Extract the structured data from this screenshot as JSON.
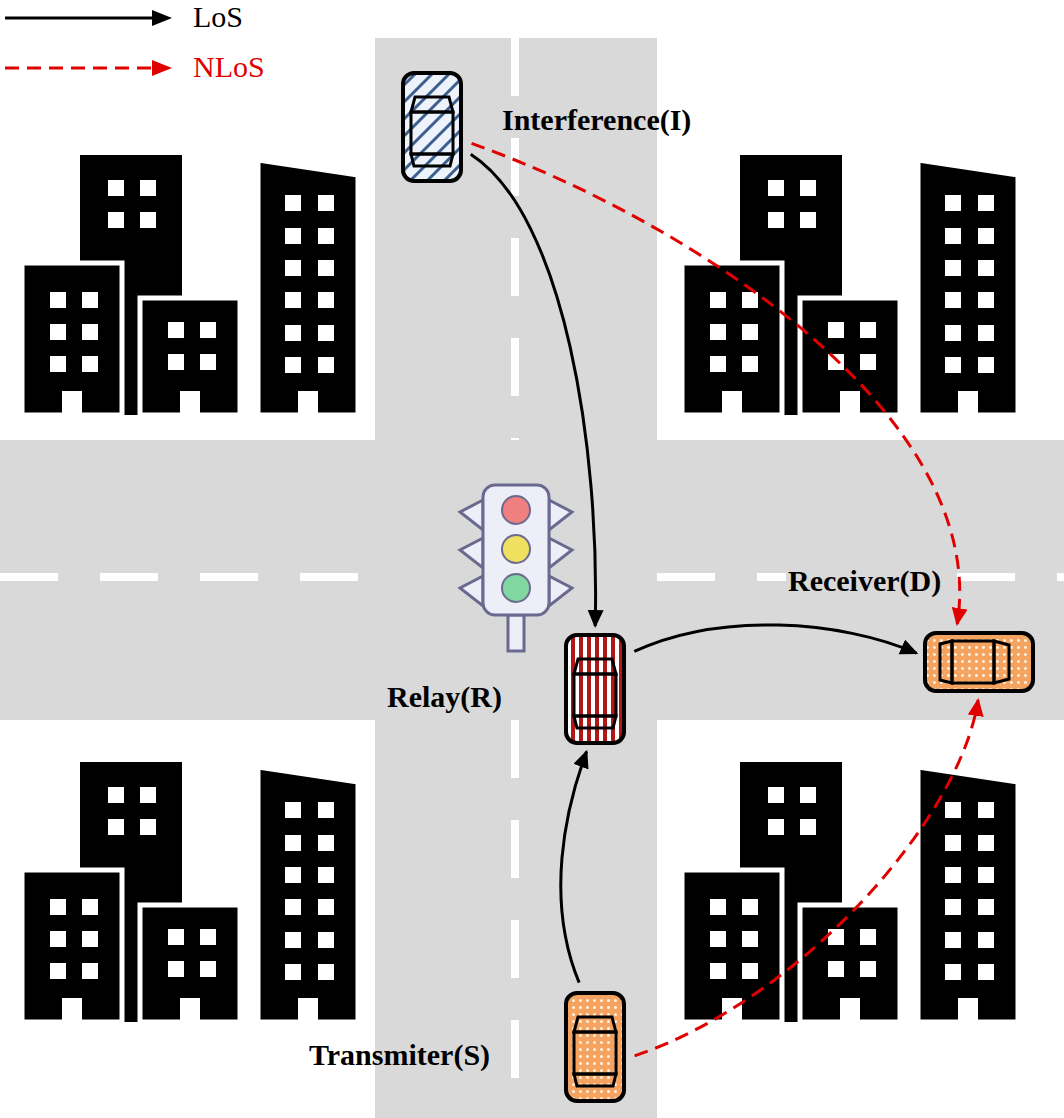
{
  "diagram": {
    "nodes": [
      {
        "text": [
          "Interference(I)"
        ]
      },
      {
        "text": [
          "Relay(R)"
        ]
      },
      {
        "text": [
          "Receiver(D)"
        ]
      },
      {
        "text": [
          "Transmiter(S)"
        ]
      }
    ],
    "edges": [
      {
        "from": 0,
        "to": 1,
        "arrow": "to"
      },
      {
        "from": 0,
        "to": 2,
        "arrow": "to"
      },
      {
        "from": 1,
        "to": 2,
        "arrow": "to"
      },
      {
        "from": 3,
        "to": 1,
        "arrow": "to"
      },
      {
        "from": 3,
        "to": 2,
        "arrow": "to"
      }
    ],
    "legend": [
      {
        "text": "LoS"
      },
      {
        "text": "NLoS"
      }
    ]
  }
}
